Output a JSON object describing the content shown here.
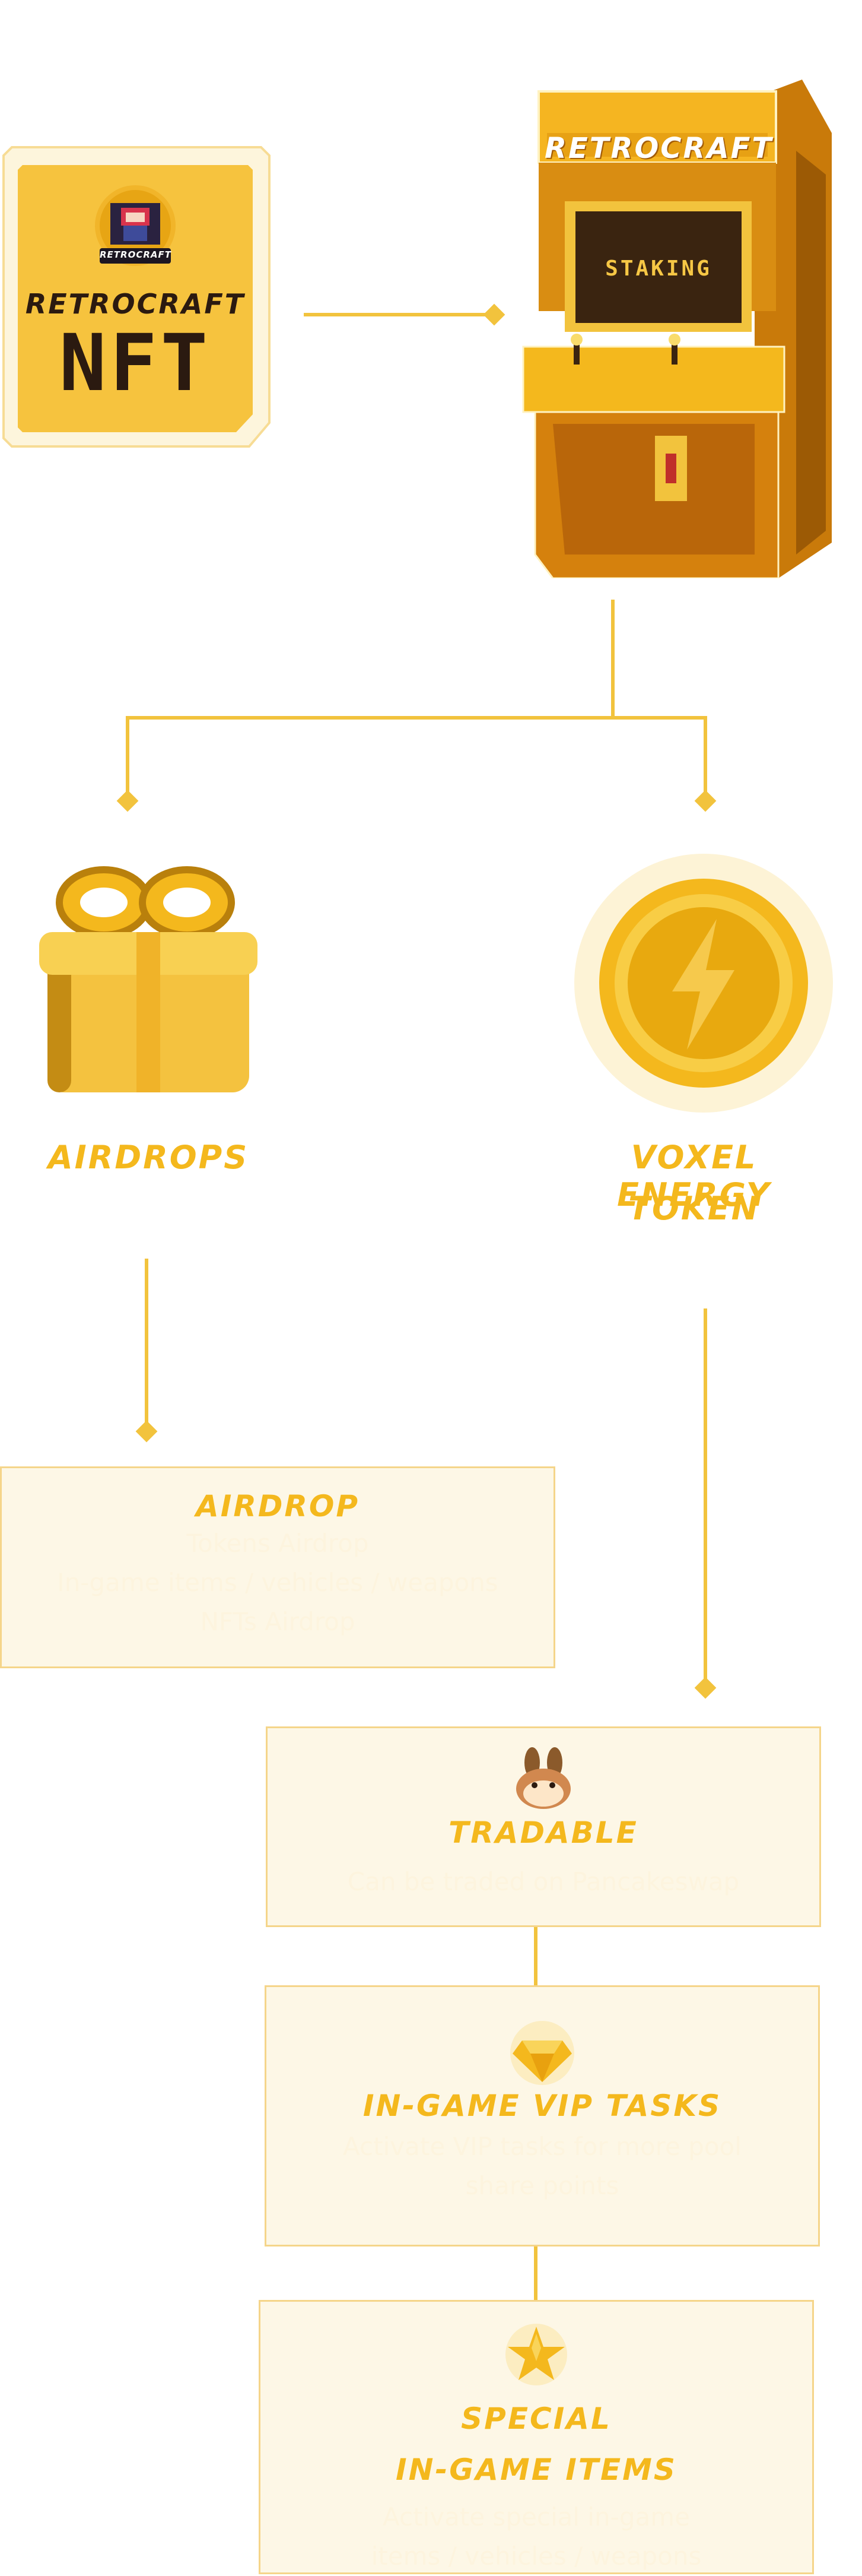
{
  "nft_card": {
    "brand": "RETROCRAFT",
    "title_line1": "RETROCRAFT",
    "title_line2": "NFT"
  },
  "arcade": {
    "marquee": "RETROCRAFT",
    "screen_text": "STAKING"
  },
  "airdrops": {
    "label": "AIRDROPS"
  },
  "token": {
    "label_line1": "VOXEL ENERGY",
    "label_line2": "TOKEN"
  },
  "airdrop_card": {
    "title": "AIRDROP",
    "lines": [
      "Tokens Airdrop",
      "In-game items / vehicles / weapons",
      "NFTs Airdrop"
    ]
  },
  "tradable_card": {
    "title": "TRADABLE",
    "text": "Can be traded on Pancakeswap"
  },
  "vip_card": {
    "title": "IN-GAME VIP TASKS",
    "lines": [
      "Activate VIP tasks for more pool",
      "share points"
    ]
  },
  "special_card": {
    "title_line1": "SPECIAL",
    "title_line2": "IN-GAME ITEMS",
    "lines": [
      "Activate special in-game",
      "items / vehicles / weapons"
    ]
  },
  "colors": {
    "accent": "#f4b81d",
    "line": "#f2c33d",
    "card_bg": "#fdf7e6",
    "card_border": "#f5d58a"
  }
}
